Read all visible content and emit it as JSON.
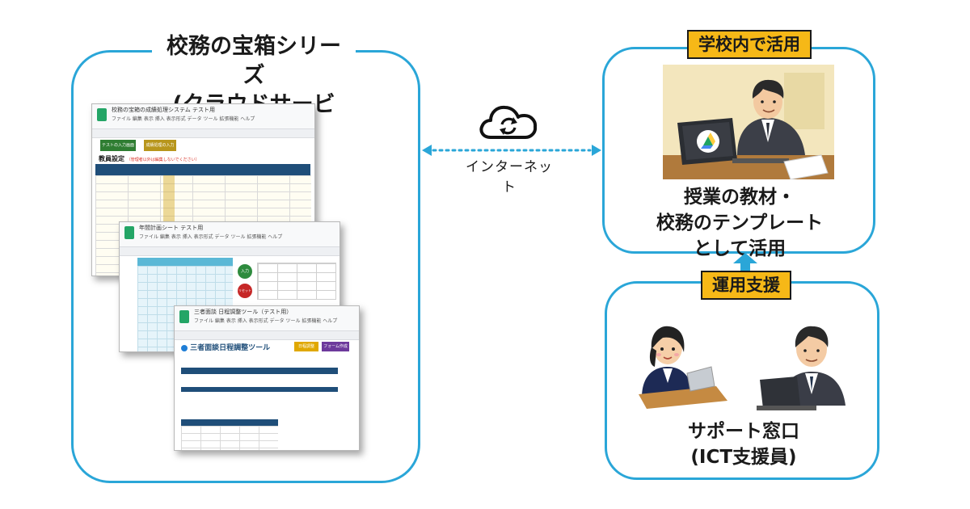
{
  "left_panel": {
    "title_line1": "校務の宝箱シリーズ",
    "title_line2": "(クラウドサービス)",
    "sheet1": {
      "title": "校務の宝箱の成績処理システム テスト用",
      "menu": "ファイル 編集 表示 挿入 表示形式 データ ツール 拡張機能 ヘルプ",
      "btn_green": "テストの入力画面",
      "btn_gold": "成績処理の入力",
      "heading": "教員設定",
      "heading_note": "（管理者以外は編集しないでください）"
    },
    "sheet2": {
      "title": "年間計画シート テスト用",
      "menu": "ファイル 編集 表示 挿入 表示形式 データ ツール 拡張機能 ヘルプ",
      "circle_green": "入力",
      "circle_red": "リセット"
    },
    "sheet3": {
      "title": "三者面談 日程調整ツール（テスト用）",
      "menu": "ファイル 編集 表示 挿入 表示形式 データ ツール 拡張機能 ヘルプ",
      "heading": "三者面談日程調整ツール",
      "btn_gold": "日程調整",
      "btn_purple": "フォーム作成"
    }
  },
  "center": {
    "label": "インターネット",
    "icon": "cloud-sync-icon"
  },
  "top_right": {
    "tag": "学校内で活用",
    "caption_line1": "授業の教材・",
    "caption_line2": "校務のテンプレート",
    "caption_line3": "として活用"
  },
  "bottom_right": {
    "tag": "運用支援",
    "caption_line1": "サポート窓口",
    "caption_line2": "(ICT支援員)"
  },
  "colors": {
    "frame": "#2aa6d8",
    "tag_bg": "#f6b817",
    "arrow": "#2aa6d8"
  }
}
